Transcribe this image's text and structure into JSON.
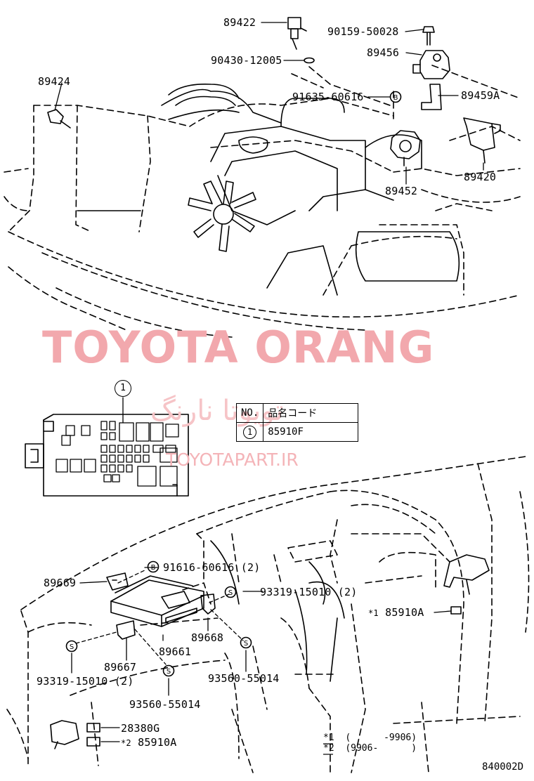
{
  "watermark": {
    "main": "TOYOTA ORANG",
    "persian": "تویوتا نارنگ",
    "url": "TOYOTAPART.IR"
  },
  "labels": {
    "p89422": "89422",
    "p90159_50028": "90159-50028",
    "p90430_12005": "90430-12005",
    "p89456": "89456",
    "p89424": "89424",
    "p91635_60616": "91635-60616",
    "p89459A": "89459A",
    "p89452": "89452",
    "p89420": "89420",
    "p91616_60616": "91616-60616 (2)",
    "p89669": "89669",
    "p93319_15010_right": "93319-15010 (2)",
    "p85910A_1": "85910A",
    "p85910A_1_mark": "*1",
    "p89668": "89668",
    "p89661": "89661",
    "p89667": "89667",
    "p93319_15010_left": "93319-15010 (2)",
    "p93560_55014_right": "93560-55014",
    "p93560_55014_center": "93560-55014",
    "p28380G": "28380G",
    "p85910A_2": "85910A",
    "p85910A_2_mark": "*2"
  },
  "table": {
    "header_no": "NO.",
    "header_code": "品名コード",
    "row_no": "1",
    "row_code": "85910F"
  },
  "callout": "1",
  "markers": {
    "bolt_letter": "B",
    "screw_letter": "S"
  },
  "footnote": {
    "line1_mark": "*1",
    "line1_range": "(      -9906)",
    "line2_mark": "*2",
    "line2_range": "(9906-      )"
  },
  "doc_id": "840002D"
}
